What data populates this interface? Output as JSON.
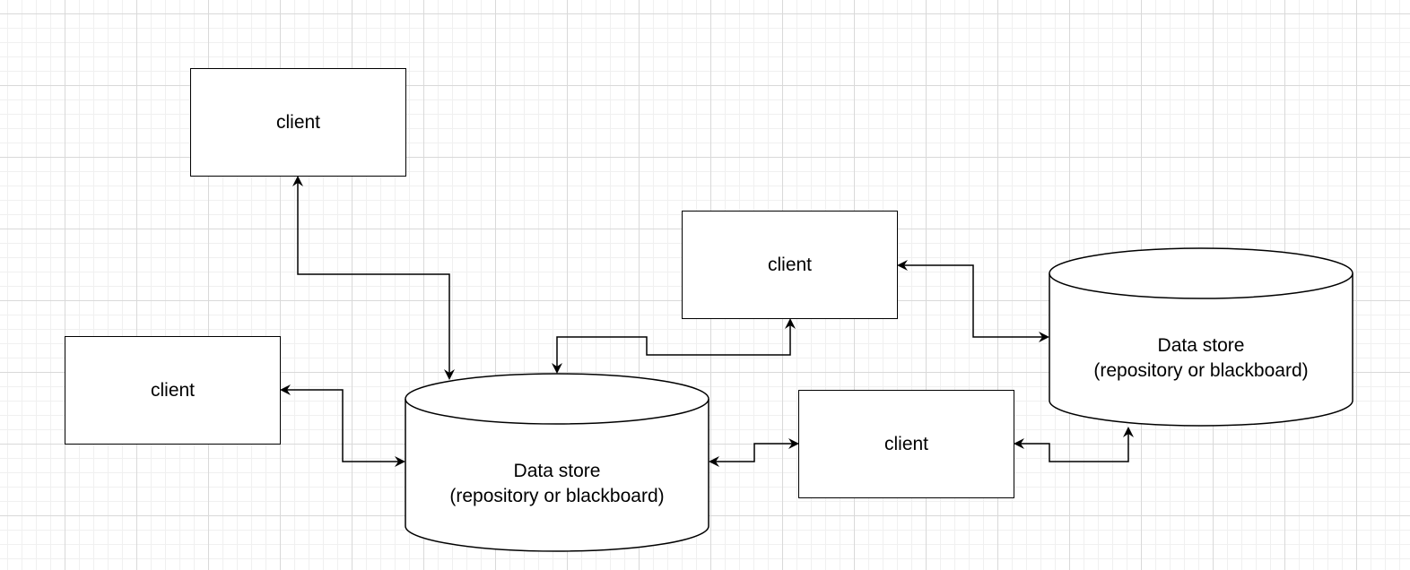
{
  "diagram": {
    "clients": [
      {
        "label": "client"
      },
      {
        "label": "client"
      },
      {
        "label": "client"
      },
      {
        "label": "client"
      }
    ],
    "stores": [
      {
        "title": "Data store",
        "subtitle": "(repository or blackboard)"
      },
      {
        "title": "Data store",
        "subtitle": "(repository or blackboard)"
      }
    ],
    "stroke_color": "#000000",
    "grid_color": "#d9d9d9"
  }
}
